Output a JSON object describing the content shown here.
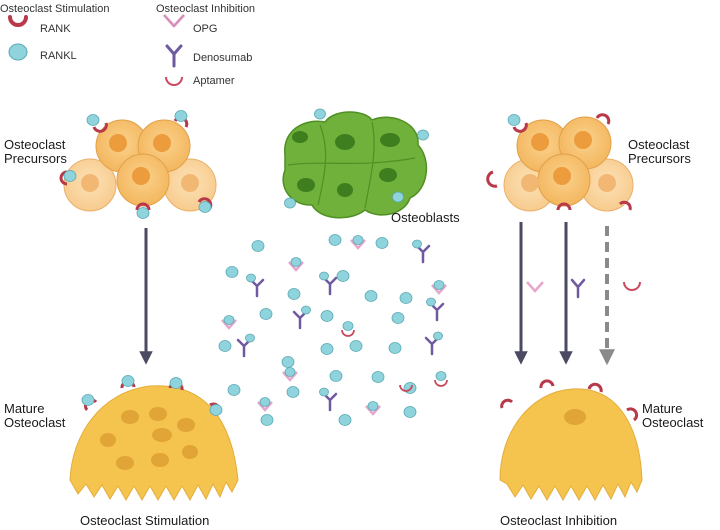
{
  "legend": {
    "stimulation_title": "Osteoclast Stimulation",
    "inhibition_title": "Osteoclast Inhibition",
    "items": [
      {
        "label": "RANK",
        "icon": "rank-receptor-icon"
      },
      {
        "label": "RANKL",
        "icon": "rankl-ligand-icon"
      },
      {
        "label": "OPG",
        "icon": "opg-icon"
      },
      {
        "label": "Denosumab",
        "icon": "denosumab-icon"
      },
      {
        "label": "Aptamer",
        "icon": "aptamer-icon"
      }
    ]
  },
  "labels": {
    "left_precursors_l1": "Osteoclast",
    "left_precursors_l2": "Precursors",
    "right_precursors_l1": "Osteoclast",
    "right_precursors_l2": "Precursors",
    "osteoblasts": "Osteoblasts",
    "left_mature_l1": "Mature",
    "left_mature_l2": "Osteoclast",
    "right_mature_l1": "Mature",
    "right_mature_l2": "Osteoclast",
    "left_caption": "Osteoclast Stimulation",
    "right_caption": "Osteoclast Inhibition"
  },
  "colors": {
    "precursor_fill": "#f6c06a",
    "precursor_stroke": "#e2a04a",
    "nucleus": "#ec9c3c",
    "osteoblast": "#6fb13a",
    "osteoblast_dark": "#3f7e1e",
    "mature_fill": "#f4c44e",
    "mature_nucleus": "#e0a437",
    "rankl": "#8fd3dc",
    "rank": "#b8394a",
    "opg": "#e7a6cc",
    "denosumab": "#6f5aa0",
    "arrow": "#4a4a63",
    "dashed_arrow": "#8a8a8a"
  }
}
